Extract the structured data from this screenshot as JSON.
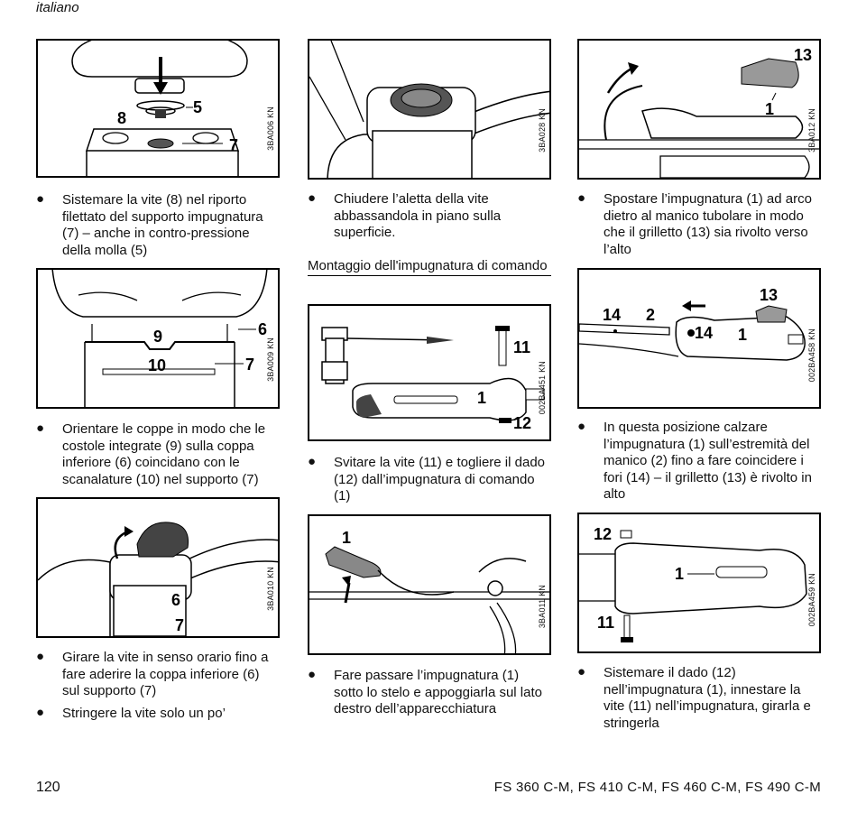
{
  "header": {
    "language": "italiano"
  },
  "section_heading": "Montaggio dell'impugnatura di comando",
  "figures": [
    {
      "code": "3BA006 KN",
      "labels": [
        "8",
        "5",
        "7"
      ]
    },
    {
      "code": "3BA009 KN",
      "labels": [
        "9",
        "6",
        "10",
        "7"
      ]
    },
    {
      "code": "3BA010 KN",
      "labels": [
        "6",
        "7"
      ]
    },
    {
      "code": "3BA028 KN",
      "labels": []
    },
    {
      "code": "002BA451 KN",
      "labels": [
        "11",
        "1",
        "12"
      ]
    },
    {
      "code": "3BA011 KN",
      "labels": [
        "1"
      ]
    },
    {
      "code": "3BA012 KN",
      "labels": [
        "13",
        "1"
      ]
    },
    {
      "code": "002BA458 KN",
      "labels": [
        "13",
        "14",
        "2",
        "14",
        "1"
      ]
    },
    {
      "code": "002BA459 KN",
      "labels": [
        "12",
        "1",
        "11"
      ]
    }
  ],
  "steps": [
    "Sistemare la vite (8) nel riporto filettato del supporto impugnatura (7) – anche in contro-pressione della molla (5)",
    "Orientare le coppe in modo che le costole integrate (9) sulla coppa inferiore (6) coincidano con le scanalature (10) nel supporto (7)",
    "Girare la vite in senso orario fino a fare aderire la coppa inferiore (6) sul supporto (7)",
    "Stringere la vite solo un po’",
    "Chiudere l’aletta della vite abbassandola in piano sulla superficie.",
    "Svitare la vite (11) e togliere il dado (12) dall’impugnatura di comando (1)",
    "Fare passare l’impugnatura (1) sotto lo stelo e appoggiarla sul lato destro dell’apparecchiatura",
    "Spostare l’impugnatura (1) ad arco dietro al manico tubolare in modo che il grilletto (13) sia rivolto verso l’alto",
    "In questa posizione calzare l’impugnatura (1) sull’estremità del manico (2) fino a fare coincidere i fori (14) – il grilletto (13) è rivolto in alto",
    "Sistemare il dado (12) nell’impugnatura (1), innestare la vite (11) nell’impugnatura, girarla e stringerla"
  ],
  "footer": {
    "page_number": "120",
    "models": "FS 360 C-M, FS 410 C-M, FS 460 C-M, FS 490 C-M"
  }
}
